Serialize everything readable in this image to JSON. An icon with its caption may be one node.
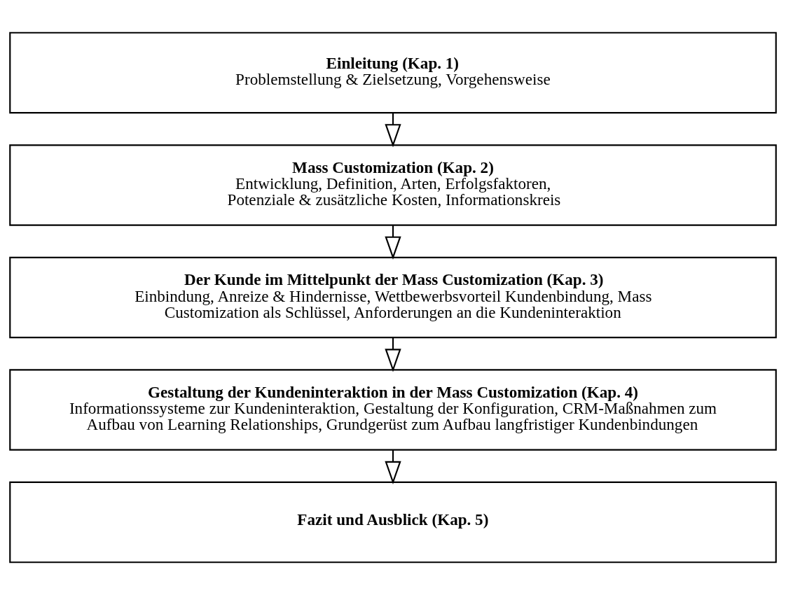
{
  "diagram": {
    "nodes": [
      {
        "text": [
          "Einleitung (Kap. 1)",
          "Problemstellung & Zielsetzung, Vorgehensweise"
        ]
      },
      {
        "text": [
          "Mass Customization (Kap. 2)",
          "Entwicklung, Definition, Arten, Erfolgsfaktoren, Potenziale & zusätzliche Kosten, Informationskreis"
        ]
      },
      {
        "text": [
          "Der Kunde im Mittelpunkt der Mass Customization (Kap. 3)",
          "Einbindung, Anreize & Hindernisse, Wettbewerbsvorteil Kundenbindung, Mass Customization als Schlüssel, Anforderungen an die Kundeninteraktion"
        ]
      },
      {
        "text": [
          "Gestaltung der Kundeninteraktion in der Mass Customization (Kap. 4)",
          "Informationssysteme zur Kundeninteraktion, Gestaltung der Konfiguration, CRM-Maßnahmen zum Aufbau von Learning Relationships, Grundgerüst zum Aufbau langfristiger Kundenbindungen"
        ]
      },
      {
        "text": [
          "Fazit und Ausblick (Kap. 5)"
        ]
      }
    ],
    "edges": [
      {
        "from": 0,
        "to": 1,
        "arrow": "to"
      },
      {
        "from": 1,
        "to": 2,
        "arrow": "to"
      },
      {
        "from": 2,
        "to": 3,
        "arrow": "to"
      },
      {
        "from": 3,
        "to": 4,
        "arrow": "to"
      }
    ]
  }
}
